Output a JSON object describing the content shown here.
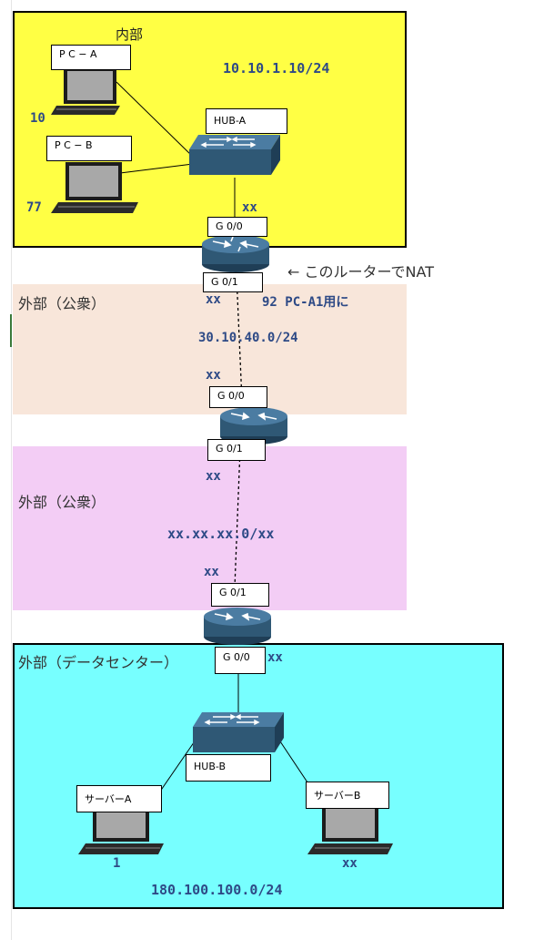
{
  "zones": {
    "inside": {
      "label": "内部",
      "color": "#ffff44"
    },
    "public1": {
      "label": "外部（公衆）",
      "color": "#f8e6da"
    },
    "public2": {
      "label": "外部（公衆）",
      "color": "#f3cdf5"
    },
    "datacenter": {
      "label": "外部（データセンター）",
      "color": "#77ffff"
    }
  },
  "inside": {
    "subnet": "10.10.1.10/24",
    "pc_a": {
      "label": "P C − A",
      "host": "10"
    },
    "pc_b": {
      "label": "P C − B",
      "host": "77"
    },
    "hub_a": {
      "label": "HUB-A"
    },
    "hub_uplink": "xx"
  },
  "router1": {
    "g00": "G 0/0",
    "g01": "G 0/1",
    "nat_note": "← このルーターでNAT",
    "g01_addr": "xx",
    "nat_addr": "92 PC-A1用に"
  },
  "link1": {
    "subnet": "30.10.40.0/24"
  },
  "router2": {
    "g00_addr": "xx",
    "g00": "G 0/0",
    "g01": "G 0/1",
    "g01_addr": "xx"
  },
  "link2": {
    "subnet": "xx.xx.xx.0/xx"
  },
  "router3": {
    "g01_addr": "xx",
    "g01": "G 0/1",
    "g00": "G 0/0",
    "g00_addr": "xx"
  },
  "datacenter": {
    "hub_b": {
      "label": "HUB-B"
    },
    "server_a": {
      "label": "サーバーA",
      "host": "1"
    },
    "server_b": {
      "label": "サーバーB",
      "host": "xx"
    },
    "subnet": "180.100.100.0/24"
  },
  "colors": {
    "device_blue": "#2f5875",
    "text_blue": "#2e4a86",
    "laptop_screen": "#a8a8a8"
  }
}
